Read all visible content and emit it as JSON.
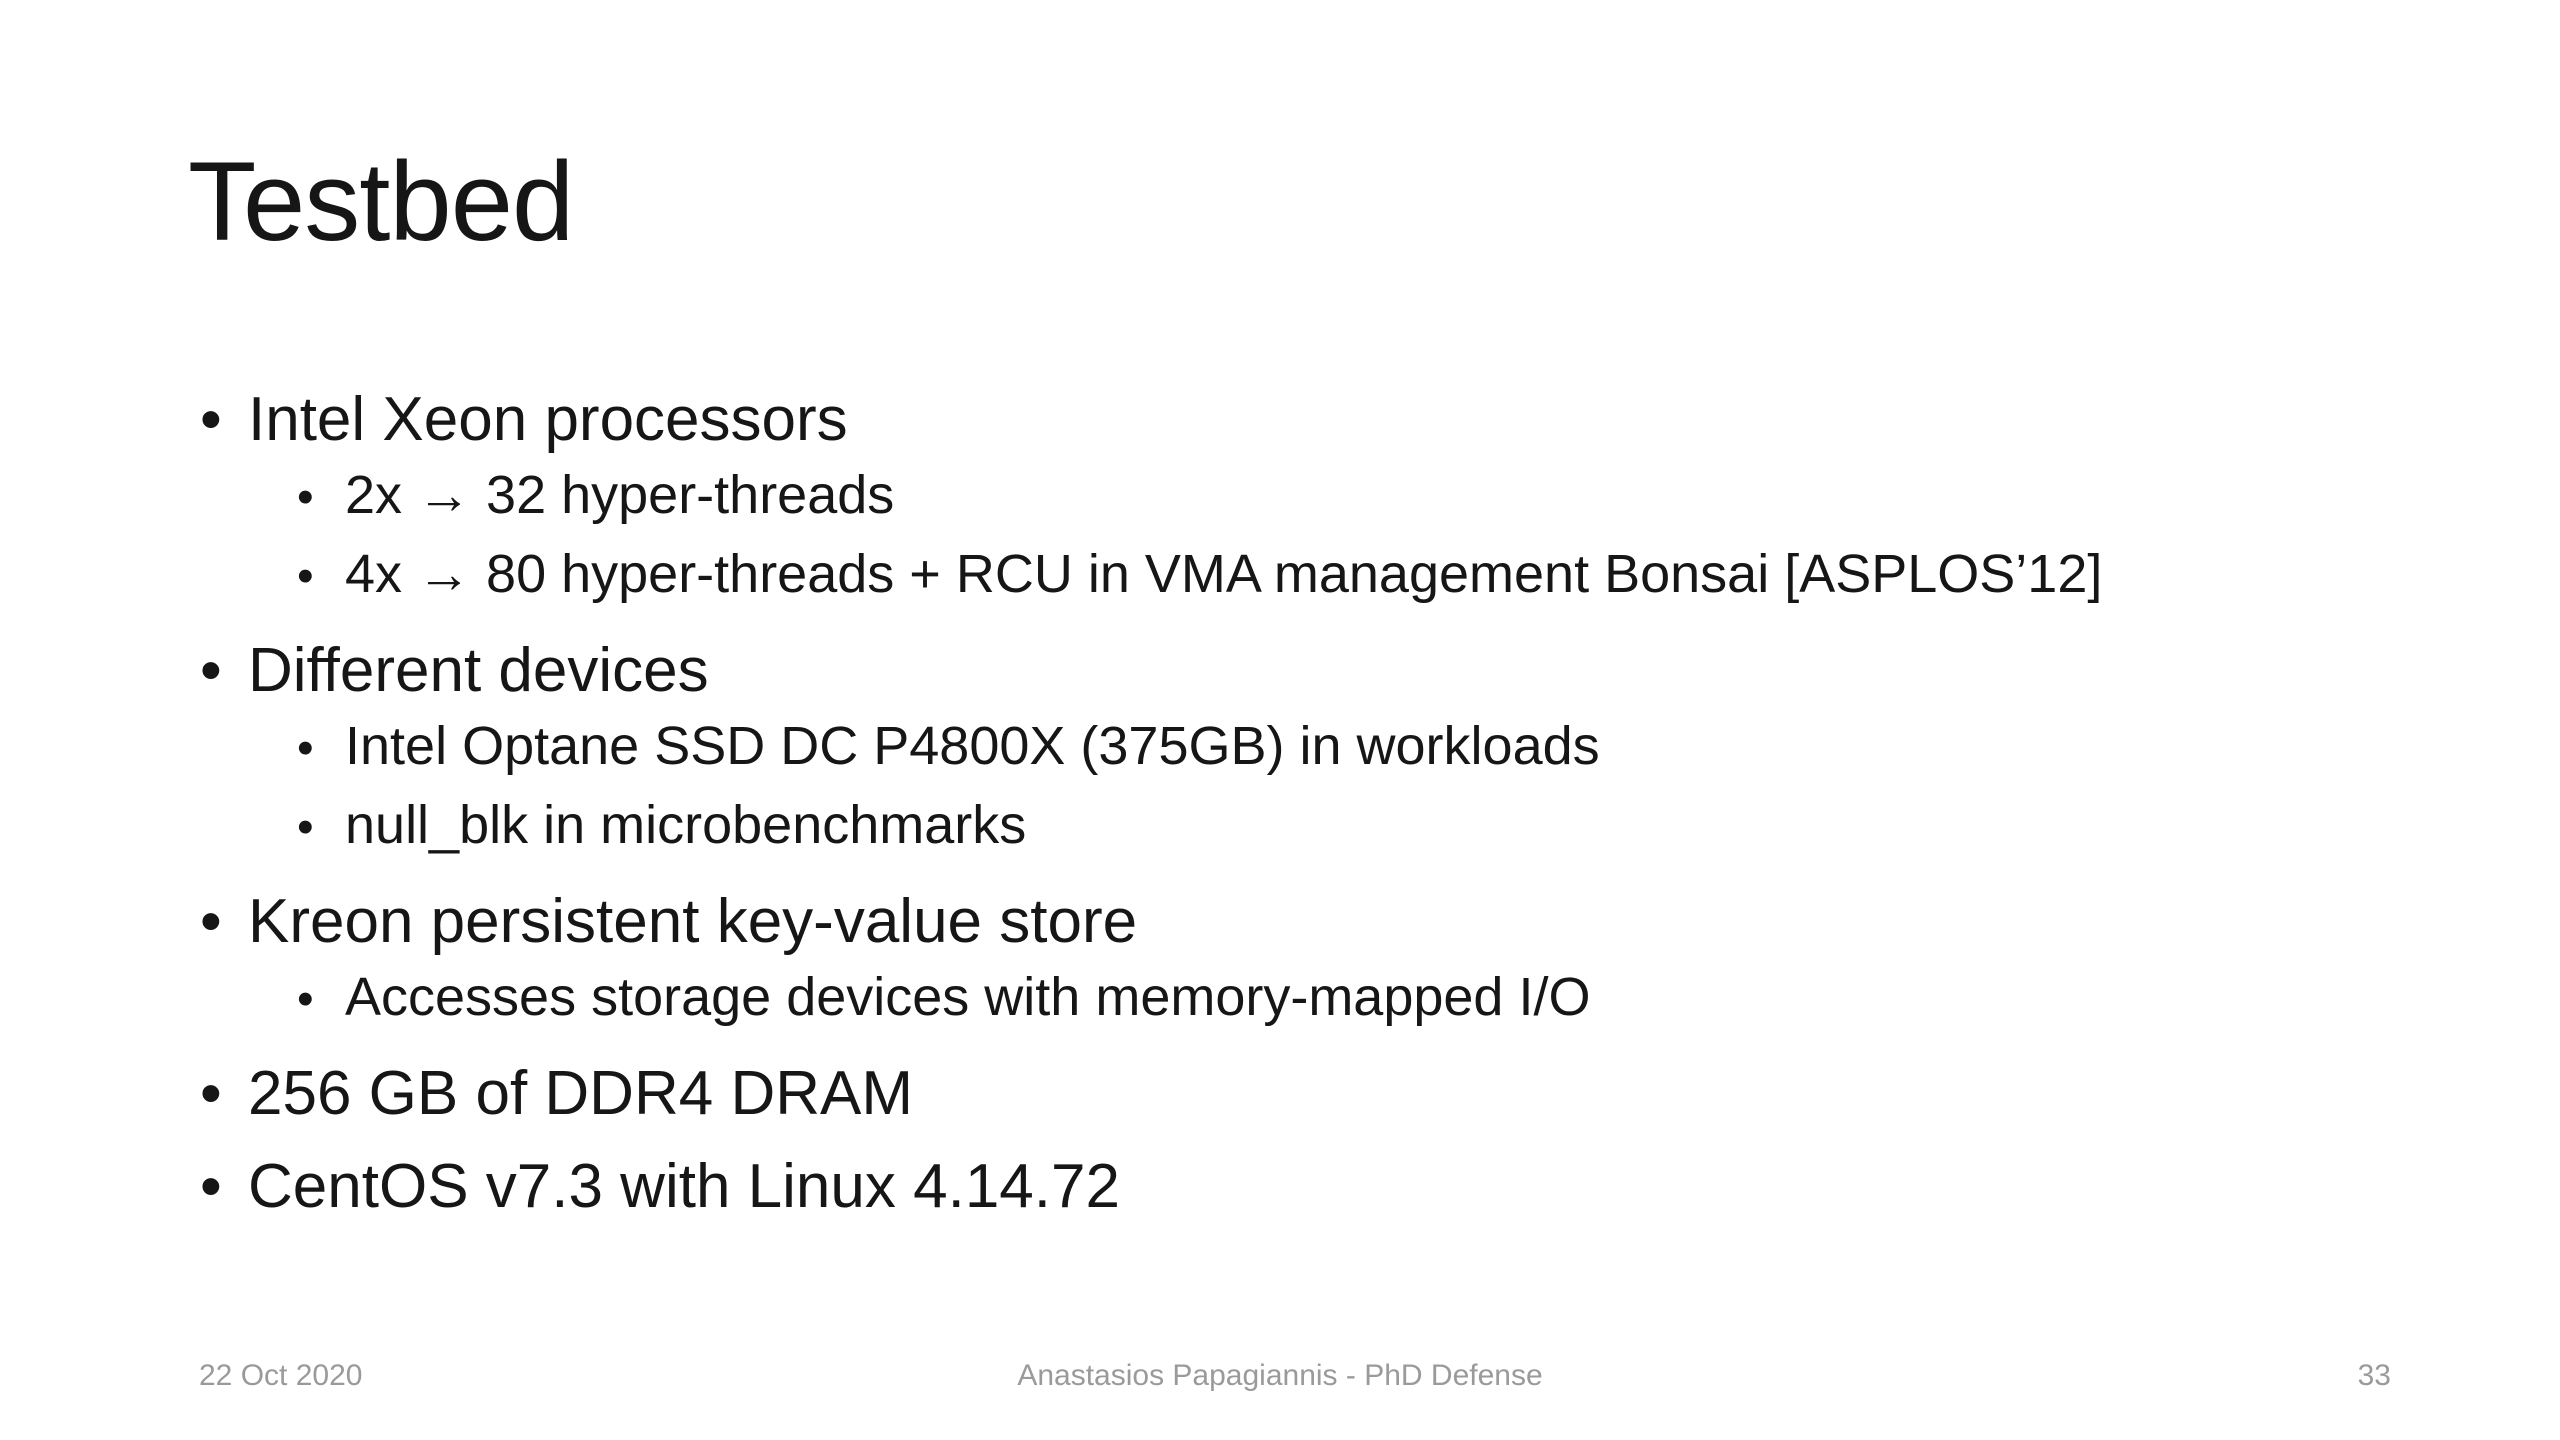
{
  "slide": {
    "title": "Testbed",
    "bullet_char": "•",
    "bullets": [
      {
        "level": 1,
        "text": "Intel Xeon processors"
      },
      {
        "level": 2,
        "text": "2x → 32 hyper-threads"
      },
      {
        "level": 2,
        "text": "4x → 80 hyper-threads + RCU in VMA management Bonsai [ASPLOS’12]"
      },
      {
        "level": 1,
        "text": "Different devices"
      },
      {
        "level": 2,
        "text": "Intel Optane SSD DC P4800X (375GB) in workloads"
      },
      {
        "level": 2,
        "text": "null_blk in microbenchmarks"
      },
      {
        "level": 1,
        "text": "Kreon persistent key-value store"
      },
      {
        "level": 2,
        "text": "Accesses storage devices with memory-mapped I/O"
      },
      {
        "level": 1,
        "text": "256 GB of DDR4 DRAM"
      },
      {
        "level": 1,
        "text": "CentOS v7.3 with Linux 4.14.72"
      }
    ],
    "footer": {
      "date": "22 Oct 2020",
      "center": "Anastasios Papagiannis - PhD Defense",
      "page_number": "33"
    },
    "colors": {
      "background": "#ffffff",
      "text": "#161616",
      "footer_text": "#9a9a9a"
    }
  }
}
